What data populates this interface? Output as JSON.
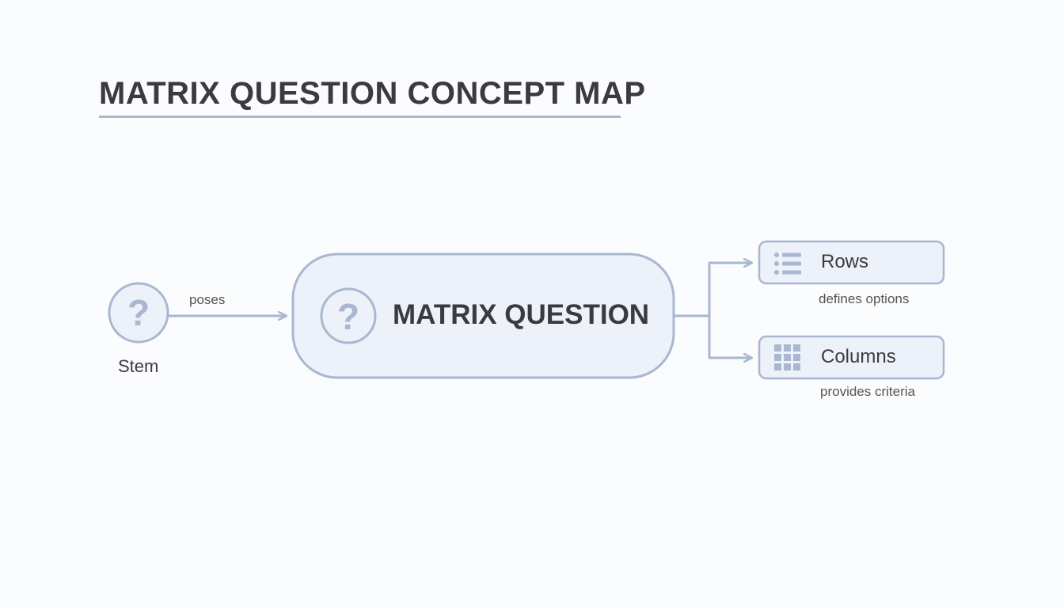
{
  "title": "MATRIX QUESTION CONCEPT MAP",
  "nodes": {
    "stem": {
      "label": "Stem",
      "icon": "question-mark-icon"
    },
    "matrix_question": {
      "label": "MATRIX QUESTION",
      "icon": "question-mark-icon"
    },
    "rows": {
      "label": "Rows",
      "icon": "list-icon"
    },
    "columns": {
      "label": "Columns",
      "icon": "grid-icon"
    }
  },
  "edges": [
    {
      "from": "stem",
      "to": "matrix_question",
      "label": "poses"
    },
    {
      "from": "matrix_question",
      "to": "rows",
      "label": "defines options"
    },
    {
      "from": "matrix_question",
      "to": "columns",
      "label": "provides criteria"
    }
  ],
  "colors": {
    "stroke": "#a9b7d1",
    "node_fill": "#edf1f9",
    "text": "#3b3b3f",
    "background": "#fbfcfd"
  }
}
